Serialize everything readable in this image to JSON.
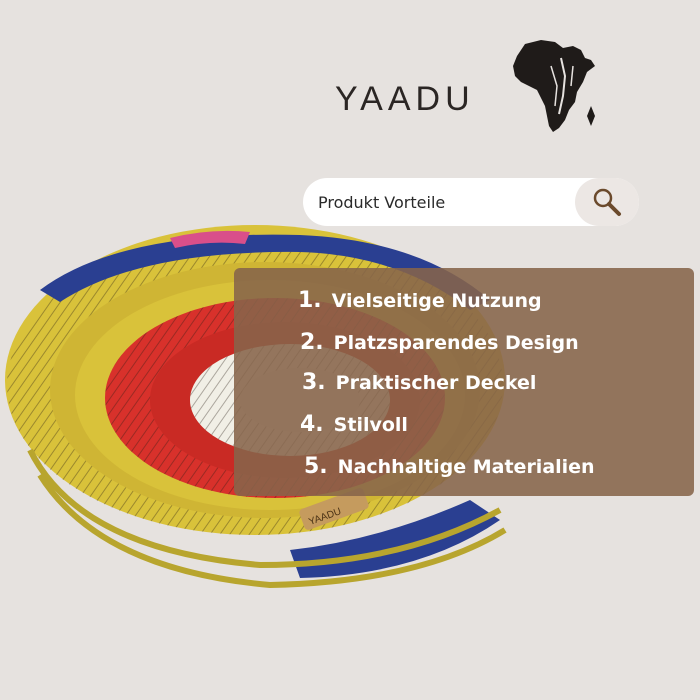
{
  "brand": {
    "name": "YAADU",
    "logo_icon": "africa-continent-icon"
  },
  "search": {
    "placeholder": "Produkt Vorteile",
    "icon": "search-icon"
  },
  "benefits": {
    "title_hidden": "",
    "items": [
      {
        "number": "1.",
        "label": "Vielseitige Nutzung"
      },
      {
        "number": "2.",
        "label": "Platzsparendes Design"
      },
      {
        "number": "3.",
        "label": "Praktischer Deckel"
      },
      {
        "number": "4.",
        "label": "Stilvoll"
      },
      {
        "number": "5.",
        "label": "Nachhaltige Materialien"
      }
    ]
  },
  "product": {
    "tag_text": "YAADU"
  },
  "colors": {
    "background": "#e6e2df",
    "panel": "#86644a",
    "yellow": "#d9c23a",
    "red": "#d8312b",
    "blue": "#2a3f91",
    "white": "#f1efe6"
  }
}
